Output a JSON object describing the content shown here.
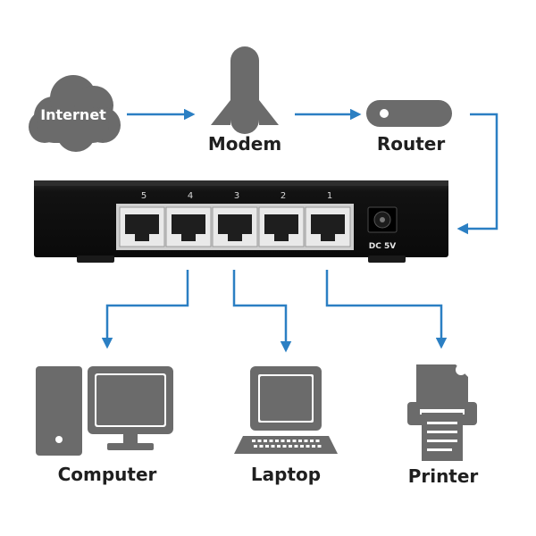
{
  "nodes": {
    "internet": "Internet",
    "modem": "Modem",
    "router": "Router",
    "computer": "Computer",
    "laptop": "Laptop",
    "printer": "Printer"
  },
  "switch": {
    "ports": [
      "5",
      "4",
      "3",
      "2",
      "1"
    ],
    "power_label": "DC 5V"
  },
  "colors": {
    "arrow": "#2b7fc3",
    "icon": "#6b6b6b",
    "switch_body": "#141414"
  }
}
